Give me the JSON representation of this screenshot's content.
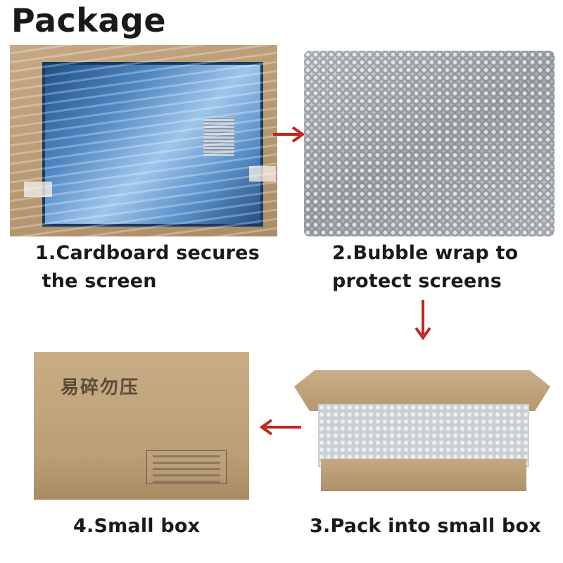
{
  "title": "Package",
  "colors": {
    "arrow": "#c0281f",
    "text": "#1a1a1a"
  },
  "steps": [
    {
      "caption": "1.Cardboard secures\n the screen",
      "photo": "screen-on-cardboard-photo"
    },
    {
      "caption": "2.Bubble wrap to\nprotect screens",
      "photo": "bubble-wrap-photo"
    },
    {
      "caption": "3.Pack into small box",
      "photo": "open-box-photo"
    },
    {
      "caption": "4.Small box",
      "photo": "closed-box-photo",
      "box_print": "易碎勿压"
    }
  ],
  "arrows": [
    "arrow-right",
    "arrow-down",
    "arrow-left"
  ]
}
